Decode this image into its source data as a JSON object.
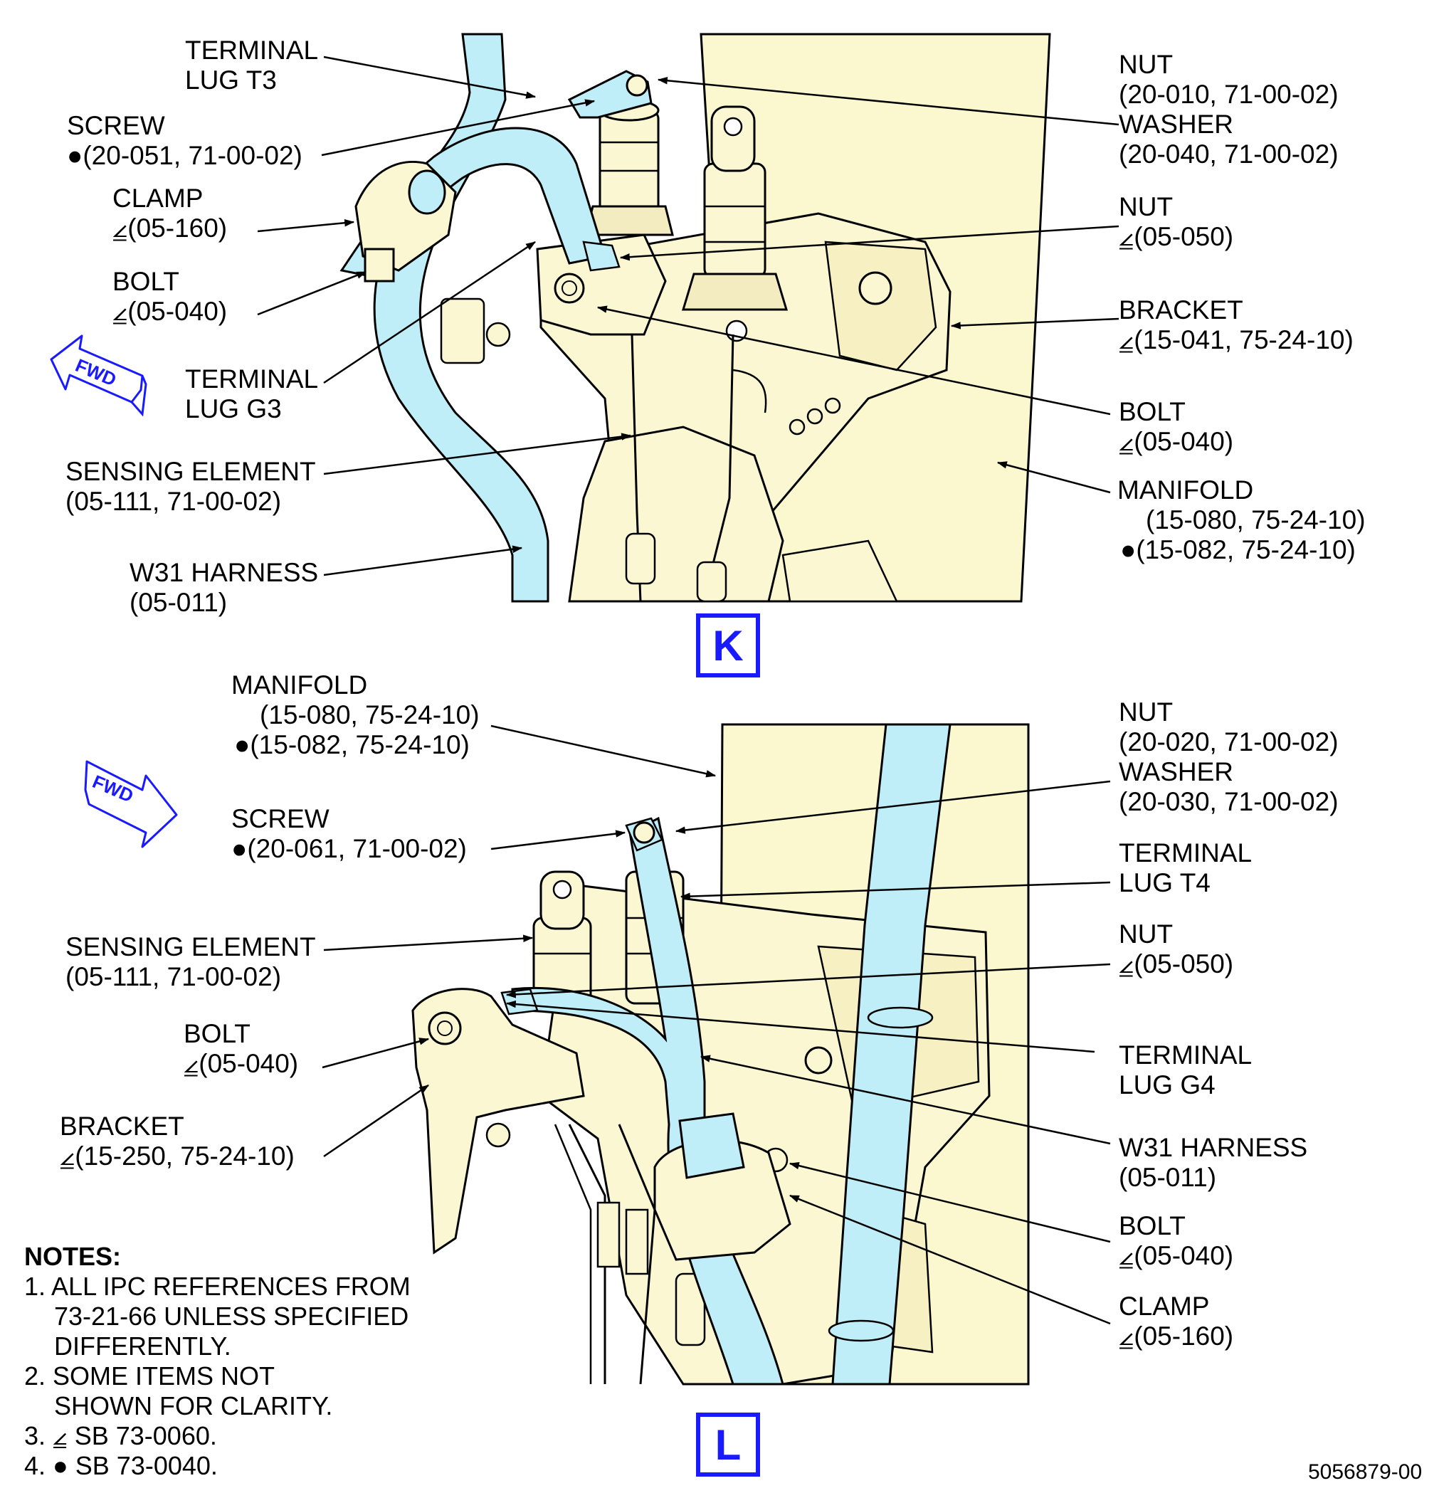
{
  "view_k": {
    "letter": "K",
    "fwd": "FWD",
    "callouts": {
      "terminal_lug_t3": [
        "TERMINAL",
        "LUG T3"
      ],
      "screw": [
        "SCREW",
        "●(20-051, 71-00-02)"
      ],
      "clamp": [
        "CLAMP",
        "⦤(05-160)"
      ],
      "bolt_left": [
        "BOLT",
        "⦤(05-040)"
      ],
      "terminal_lug_g3": [
        "TERMINAL",
        "LUG G3"
      ],
      "sensing_element": [
        "SENSING ELEMENT",
        "(05-111, 71-00-02)"
      ],
      "w31_harness": [
        "W31 HARNESS",
        "(05-011)"
      ],
      "nut_washer": [
        "NUT",
        "(20-010, 71-00-02)",
        "WASHER",
        "(20-040, 71-00-02)"
      ],
      "nut": [
        "NUT",
        "⦤(05-050)"
      ],
      "bracket": [
        "BRACKET",
        "⦤(15-041, 75-24-10)"
      ],
      "bolt_right": [
        "BOLT",
        "⦤(05-040)"
      ],
      "manifold": [
        "MANIFOLD",
        "(15-080, 75-24-10)",
        "●(15-082, 75-24-10)"
      ]
    }
  },
  "view_l": {
    "letter": "L",
    "fwd": "FWD",
    "callouts": {
      "manifold": [
        "MANIFOLD",
        "(15-080, 75-24-10)",
        "●(15-082, 75-24-10)"
      ],
      "screw": [
        "SCREW",
        "●(20-061, 71-00-02)"
      ],
      "sensing_element": [
        "SENSING ELEMENT",
        "(05-111, 71-00-02)"
      ],
      "bolt_left": [
        "BOLT",
        "⦤(05-040)"
      ],
      "bracket": [
        "BRACKET",
        "⦤(15-250, 75-24-10)"
      ],
      "nut_washer": [
        "NUT",
        "(20-020, 71-00-02)",
        "WASHER",
        "(20-030, 71-00-02)"
      ],
      "terminal_lug_t4": [
        "TERMINAL",
        "LUG T4"
      ],
      "nut": [
        "NUT",
        "⦤(05-050)"
      ],
      "terminal_lug_g4": [
        "TERMINAL",
        "LUG G4"
      ],
      "w31_harness": [
        "W31 HARNESS",
        "(05-011)"
      ],
      "bolt_right": [
        "BOLT",
        "⦤(05-040)"
      ],
      "clamp": [
        "CLAMP",
        "⦤(05-160)"
      ]
    }
  },
  "notes": {
    "header": "NOTES:",
    "lines": [
      "1. ALL IPC REFERENCES FROM",
      "73-21-66 UNLESS SPECIFIED",
      "DIFFERENTLY.",
      "2. SOME ITEMS NOT",
      "SHOWN FOR CLARITY.",
      "3. ⦤ SB 73-0060.",
      "4. ● SB 73-0040."
    ]
  },
  "document_number": "5056879-00",
  "colors": {
    "manifold_fill": "#fbf8d0",
    "harness_fill": "#bfeef8",
    "part_fill": "#fbf7d2",
    "view_letter": "#1a1aff",
    "fwd_arrow": "#1a1aff"
  }
}
